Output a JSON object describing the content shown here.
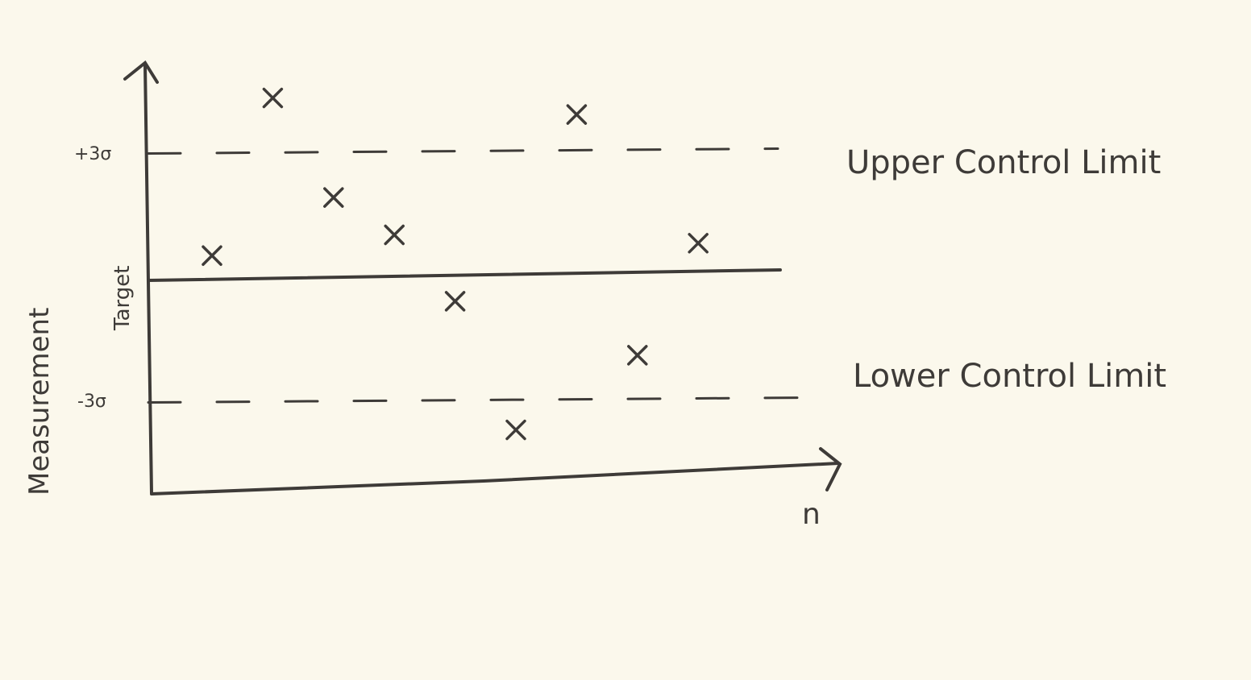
{
  "chart_data": {
    "type": "scatter",
    "title": "",
    "xlabel": "n",
    "ylabel": "Measurement",
    "y_ticks": [
      {
        "value": 3,
        "label": "+3σ"
      },
      {
        "value": 0,
        "label": "Target"
      },
      {
        "value": -3,
        "label": "-3σ"
      }
    ],
    "reference_lines": [
      {
        "value": 3,
        "label": "Upper Control Limit",
        "style": "dashed"
      },
      {
        "value": 0,
        "label": "",
        "style": "solid"
      },
      {
        "value": -3,
        "label": "Lower Control Limit",
        "style": "dashed"
      }
    ],
    "x": [
      1,
      2,
      3,
      4,
      5,
      6,
      7,
      8,
      9
    ],
    "values": [
      0.5,
      4.3,
      1.9,
      1.0,
      -0.6,
      -3.7,
      3.9,
      -1.9,
      0.8
    ],
    "marker": "x",
    "grid": false,
    "colors": {
      "background": "#fbf8ec",
      "ink": "#3e3b38"
    }
  }
}
